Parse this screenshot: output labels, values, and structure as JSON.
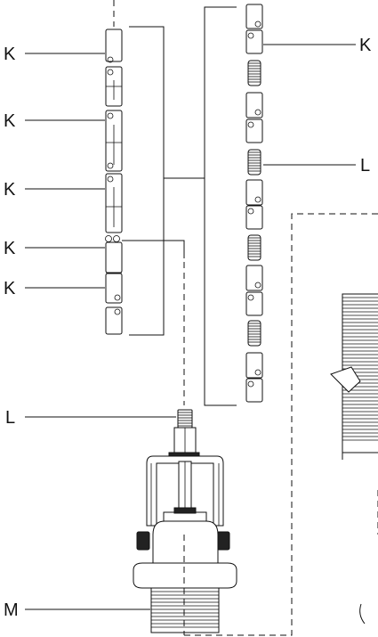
{
  "labels": {
    "link": "K",
    "spring": "L",
    "base": "M"
  }
}
